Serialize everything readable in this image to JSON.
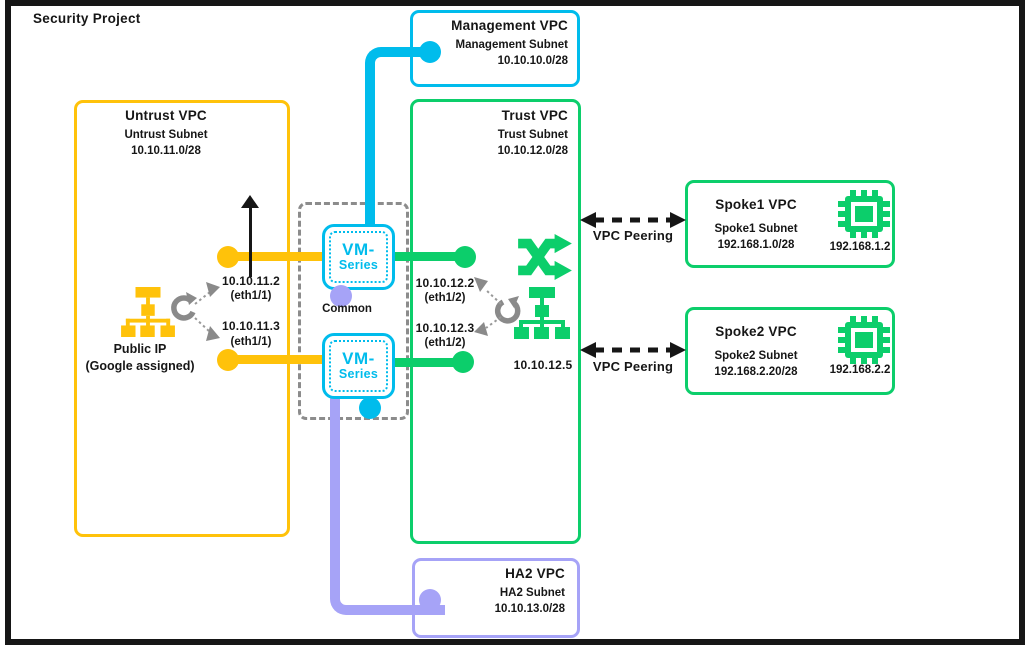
{
  "diagram": {
    "title": "Security Project"
  },
  "colors": {
    "untrust_yellow": "#FFC20A",
    "management_cyan": "#00BCEC",
    "trust_green": "#0CCE6B",
    "ha2_purple": "#A6A3F7",
    "container_gray": "#8C8C8C",
    "text_black": "#161616"
  },
  "vpcs": {
    "management": {
      "title": "Management VPC",
      "subnet": "Management Subnet",
      "cidr": "10.10.10.0/28"
    },
    "untrust": {
      "title": "Untrust VPC",
      "subnet": "Untrust Subnet",
      "cidr": "10.10.11.0/28"
    },
    "trust": {
      "title": "Trust VPC",
      "subnet": "Trust Subnet",
      "cidr": "10.10.12.0/28"
    },
    "ha2": {
      "title": "HA2 VPC",
      "subnet": "HA2 Subnet",
      "cidr": "10.10.13.0/28"
    },
    "spoke1": {
      "title": "Spoke1 VPC",
      "subnet": "Spoke1 Subnet",
      "cidr": "192.168.1.0/28",
      "instance_ip": "192.168.1.2"
    },
    "spoke2": {
      "title": "Spoke2 VPC",
      "subnet": "Spoke2 Subnet",
      "cidr": "192.168.2.20/28",
      "instance_ip": "192.168.2.2"
    }
  },
  "firewalls": {
    "label_top": "VM-",
    "label_bottom": "Series",
    "ha_group_label": "Common"
  },
  "interfaces": {
    "untrust": [
      {
        "ip": "10.10.11.2",
        "port": "(eth1/1)"
      },
      {
        "ip": "10.10.11.3",
        "port": "(eth1/1)"
      }
    ],
    "trust": [
      {
        "ip": "10.10.12.2",
        "port": "(eth1/2)"
      },
      {
        "ip": "10.10.12.3",
        "port": "(eth1/2)"
      }
    ],
    "trust_floating_ip": "10.10.12.5"
  },
  "public_ip": {
    "line1": "Public IP",
    "line2": "(Google assigned)"
  },
  "peering": {
    "label": "VPC Peering"
  }
}
